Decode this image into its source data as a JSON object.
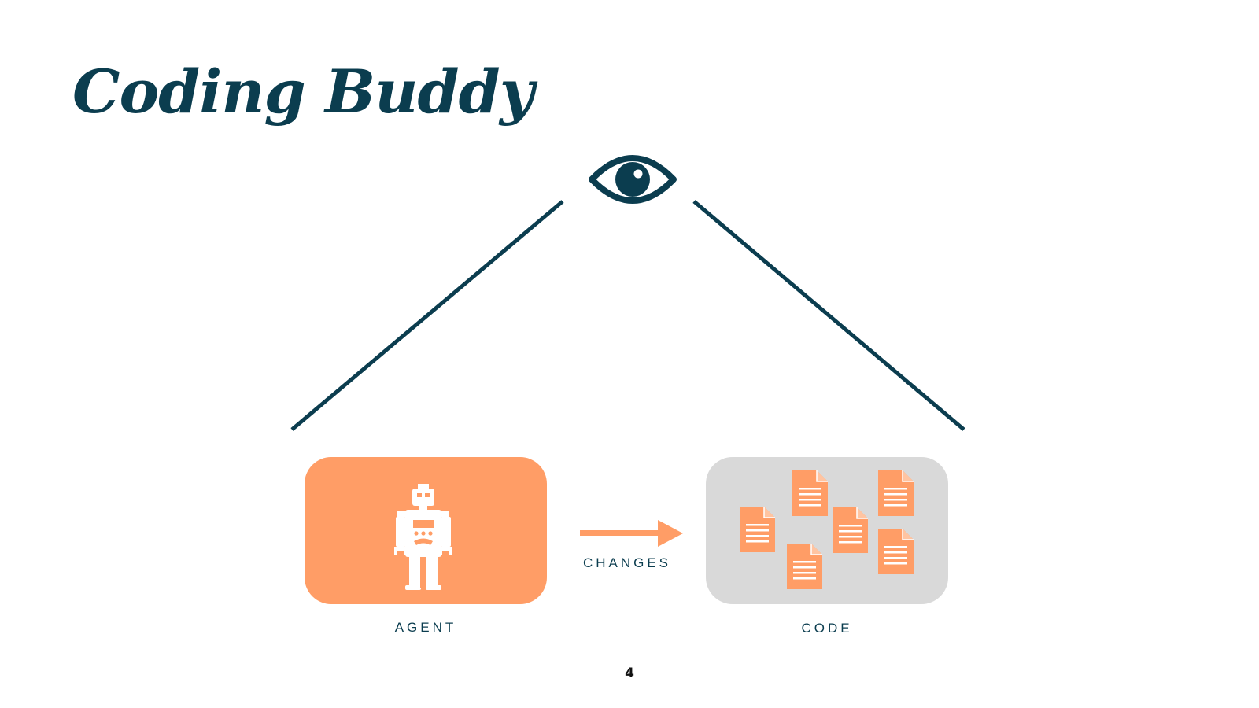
{
  "slide": {
    "title": "Coding Buddy",
    "page_number": "4"
  },
  "diagram": {
    "observer": {
      "icon": "eye-icon"
    },
    "agent": {
      "label": "AGENT",
      "icon": "robot-icon"
    },
    "code": {
      "label": "CODE",
      "icon": "document-icon",
      "document_count": 6
    },
    "arrow": {
      "label": "CHANGES",
      "icon": "arrow-right-icon"
    }
  },
  "colors": {
    "primary": "#0b3d4f",
    "accent": "#ff9d66",
    "code_background": "#d9d9d9",
    "background": "#ffffff"
  }
}
